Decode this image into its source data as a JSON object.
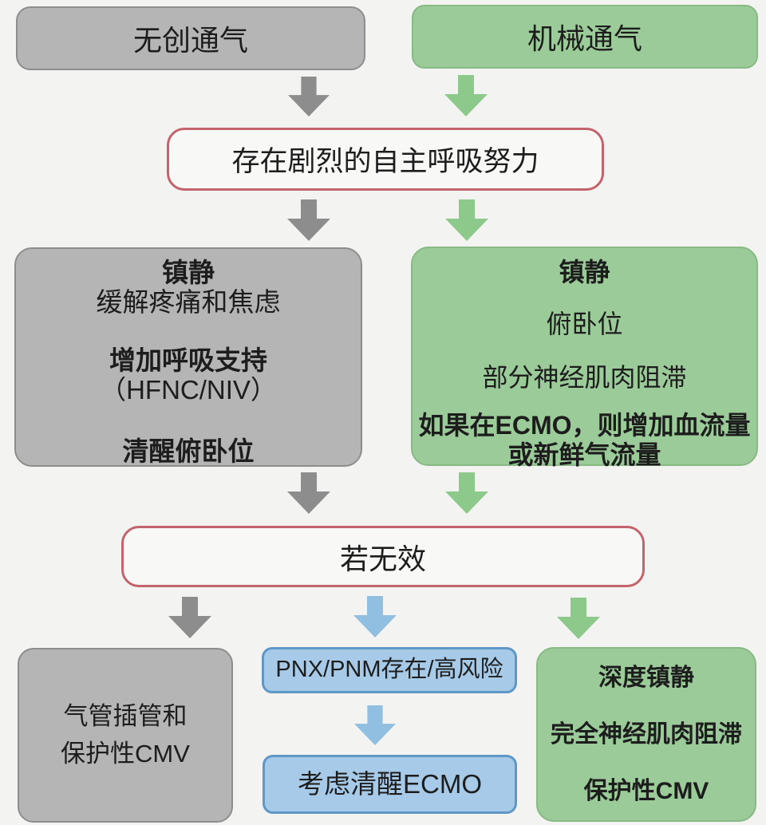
{
  "colors": {
    "background": "#f3f3f1",
    "gray_fill": "#b5b5b5",
    "gray_border": "#8d8d8d",
    "green_fill": "#9bcb98",
    "green_border": "#87ba84",
    "blue_fill": "#a6cae7",
    "blue_border": "#5f98c7",
    "red_border": "#c3636c",
    "white_fill": "#f8f8f7",
    "arrow_gray": "#8d8d8d",
    "arrow_green": "#8cc98a",
    "arrow_blue": "#90bfe1",
    "text": "#1d1d1d"
  },
  "flow": {
    "top_left": "无创通气",
    "top_right": "机械通气",
    "condition1": "存在剧烈的自主呼吸努力",
    "niv_actions": {
      "lines": [
        "镇静",
        "缓解疼痛和焦虑",
        "增加呼吸支持",
        "（HFNC/NIV）",
        "清醒俯卧位"
      ]
    },
    "mv_actions": {
      "lines": [
        "镇静",
        "俯卧位",
        "部分神经肌肉阻滞",
        "如果在ECMO，则增加血流量或新鲜气流量"
      ]
    },
    "condition2": "若无效",
    "outcome_left": {
      "lines": [
        "气管插管和",
        "保护性CMV"
      ]
    },
    "outcome_mid_risk": "PNX/PNM存在/高风险",
    "outcome_mid_ecmo": "考虑清醒ECMO",
    "outcome_right": {
      "lines": [
        "深度镇静",
        "完全神经肌肉阻滞",
        "保护性CMV"
      ]
    }
  }
}
